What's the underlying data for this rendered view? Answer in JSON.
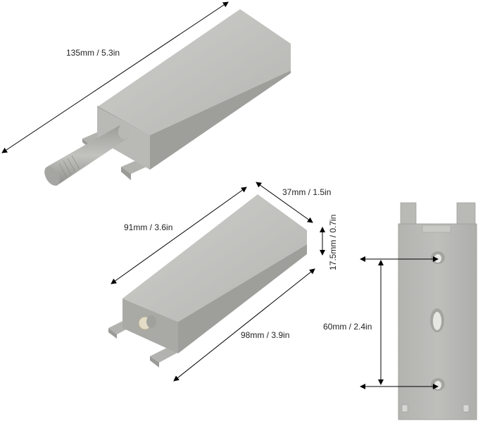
{
  "dimensions": {
    "length_large": "135mm / 5.3in",
    "length_small": "91mm / 3.6in",
    "width": "37mm / 1.5in",
    "height": "17.5mm / 0.7in",
    "length_base": "98mm / 3.9in",
    "hole_spacing": "60mm / 2.4in"
  },
  "colors": {
    "body_gray": "#a9a9a6",
    "body_light": "#c7c7c4",
    "body_dark": "#8f8f8c",
    "button_cream": "#e4dcc6",
    "line": "#000000"
  }
}
